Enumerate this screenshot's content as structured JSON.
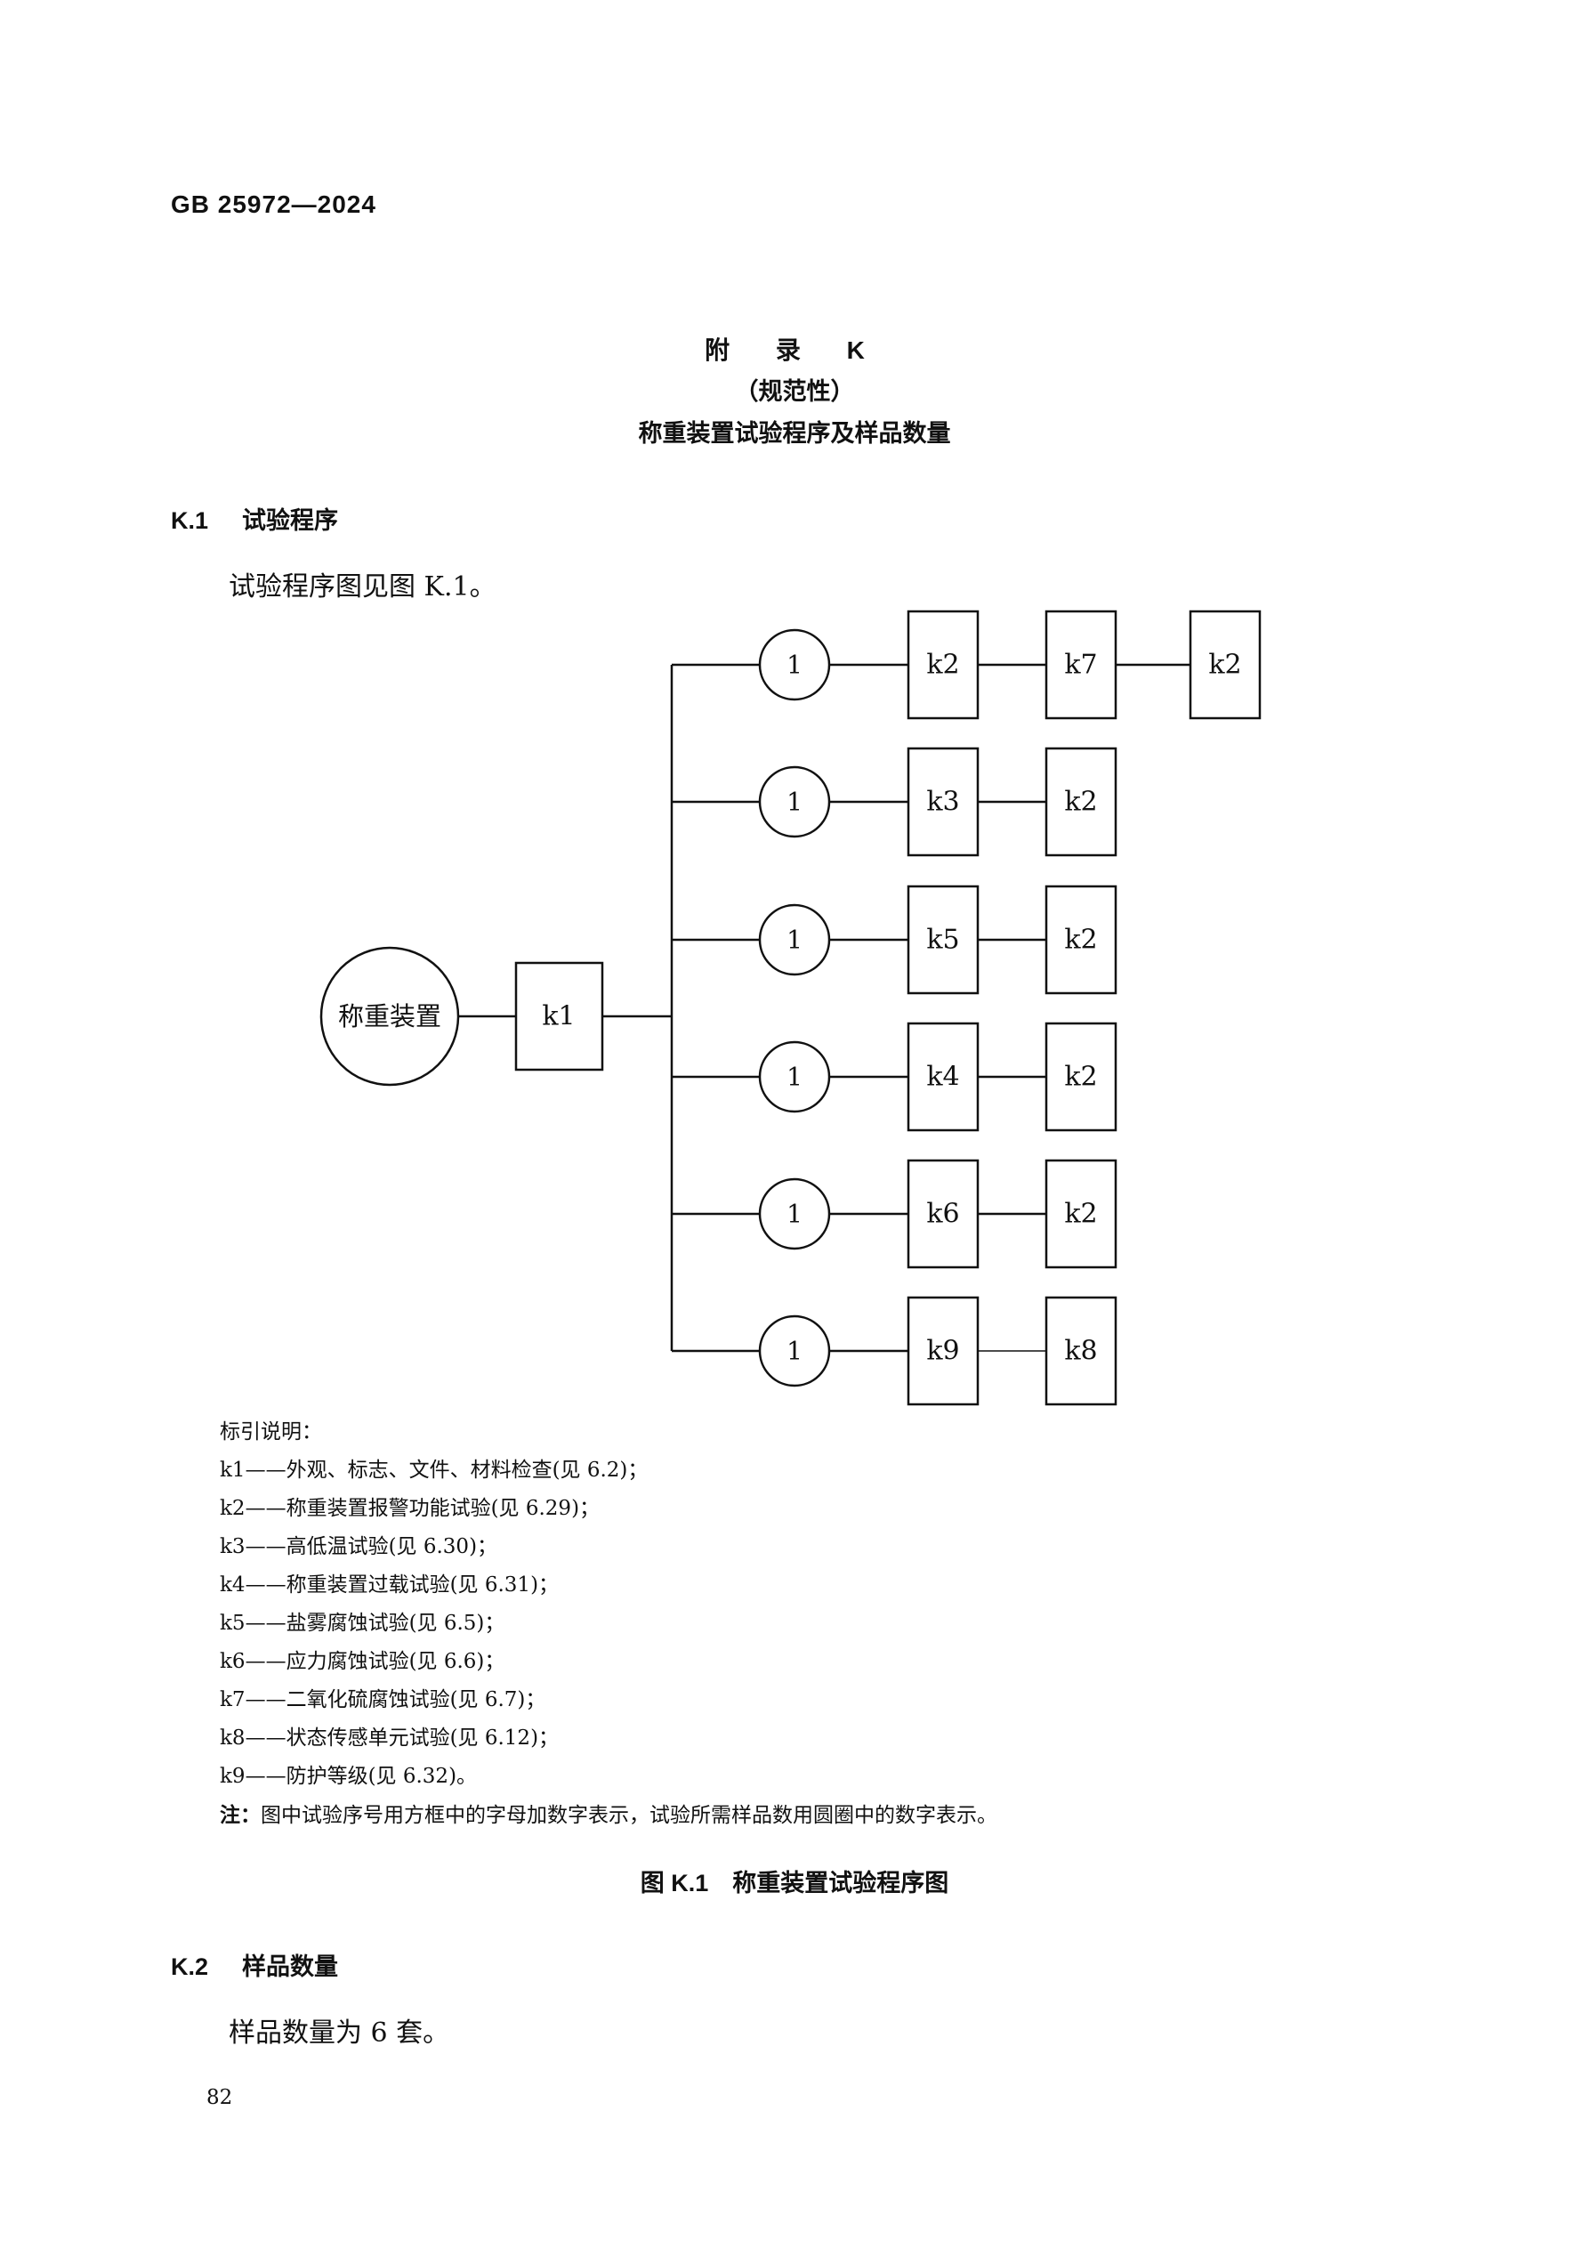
{
  "header": {
    "standard_no": "GB 25972—2024"
  },
  "annex": {
    "label": "附 录 K",
    "nature": "（规范性）",
    "title": "称重装置试验程序及样品数量"
  },
  "section1": {
    "number": "K.1",
    "title": "试验程序",
    "text": "试验程序图见图 K.1。"
  },
  "diagram": {
    "root": "称重装置",
    "first_test": "k1",
    "rows": [
      {
        "samples": "1",
        "tests": [
          "k2",
          "k7",
          "k2"
        ]
      },
      {
        "samples": "1",
        "tests": [
          "k3",
          "k2"
        ]
      },
      {
        "samples": "1",
        "tests": [
          "k5",
          "k2"
        ]
      },
      {
        "samples": "1",
        "tests": [
          "k4",
          "k2"
        ]
      },
      {
        "samples": "1",
        "tests": [
          "k6",
          "k2"
        ]
      },
      {
        "samples": "1",
        "tests": [
          "k9",
          "k8"
        ]
      }
    ]
  },
  "legend": {
    "title": "标引说明：",
    "items": [
      "k1——外观、标志、文件、材料检查(见 6.2)；",
      "k2——称重装置报警功能试验(见 6.29)；",
      "k3——高低温试验(见 6.30)；",
      "k4——称重装置过载试验(见 6.31)；",
      "k5——盐雾腐蚀试验(见 6.5)；",
      "k6——应力腐蚀试验(见 6.6)；",
      "k7——二氧化硫腐蚀试验(见 6.7)；",
      "k8——状态传感单元试验(见 6.12)；",
      "k9——防护等级(见 6.32)。"
    ],
    "note_label": "注：",
    "note": "图中试验序号用方框中的字母加数字表示，试验所需样品数用圆圈中的数字表示。"
  },
  "figure_caption": "图 K.1　称重装置试验程序图",
  "section2": {
    "number": "K.2",
    "title": "样品数量",
    "text": "样品数量为 6 套。"
  },
  "page_number": "82"
}
